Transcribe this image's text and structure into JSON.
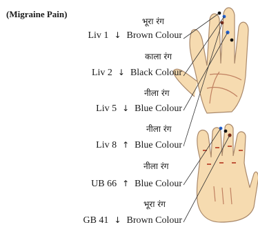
{
  "heading": "(Migraine Pain)",
  "points": [
    {
      "hindi": "भूरा रंग",
      "code": "Liv 1",
      "arrow": "↓",
      "colour": "Brown Colour"
    },
    {
      "hindi": "काला रंग",
      "code": "Liv 2",
      "arrow": "↓",
      "colour": "Black Colour"
    },
    {
      "hindi": "नीला रंग",
      "code": "Liv 5",
      "arrow": "↓",
      "colour": "Blue Colour"
    },
    {
      "hindi": "नीला रंग",
      "code": "Liv 8",
      "arrow": "↑",
      "colour": "Blue Colour"
    },
    {
      "hindi": "नीला रंग",
      "code": "UB 66",
      "arrow": "↑",
      "colour": "Blue Colour"
    },
    {
      "hindi": "भूरा रंग",
      "code": "GB 41",
      "arrow": "↓",
      "colour": "Brown Colour"
    }
  ],
  "colors": {
    "skin": "#f6dbb0",
    "skin_outline": "#a9886a",
    "brown_dot": "#7a2a1a",
    "black_dot": "#111111",
    "blue_dot": "#1f5fd0",
    "line": "#333333"
  }
}
